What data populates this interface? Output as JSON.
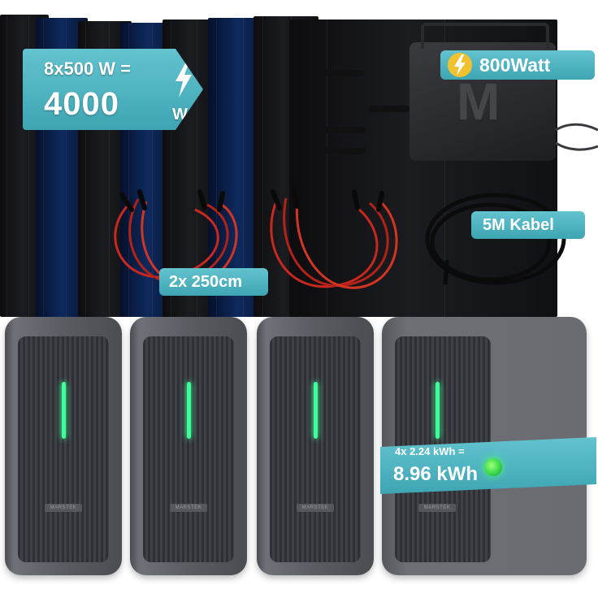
{
  "labels": {
    "power_line1": "8x500 W =",
    "power_value": "4000",
    "power_unit": "W",
    "inverter_label": "800Watt",
    "cable_label": "5M Kabel",
    "cable_length_label": "2x 250cm",
    "energy_line1": "4x 2.24 kWh =",
    "energy_value": "8.96 kWh"
  },
  "product": {
    "brand_mark": "MARSTEK",
    "inverter_logo": "M"
  },
  "icons": [
    "lightning-bolt-icon",
    "status-led-icon"
  ],
  "colors": {
    "accent_teal": "#3ea5b3",
    "label_text": "#ffffff",
    "led_green": "#3cff9a",
    "panel_black": "#101114",
    "panel_blue": "#0e2a5e",
    "battery_grey": "#5a5c62",
    "cable_red": "#c9281e"
  }
}
